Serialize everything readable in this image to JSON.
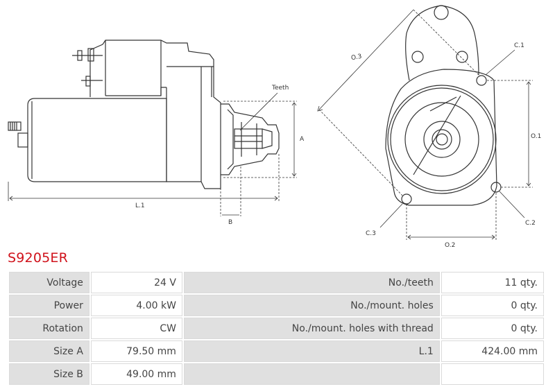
{
  "diagram": {
    "labels": {
      "teeth": "Teeth",
      "a": "A",
      "b": "B",
      "l1": "L.1",
      "o1": "O.1",
      "o2": "O.2",
      "o3": "O.3",
      "c1": "C.1",
      "c2": "C.2",
      "c3": "C.3"
    }
  },
  "product": {
    "code": "S9205ER"
  },
  "specs": [
    {
      "label": "Voltage",
      "value": "24 V",
      "label2": "No./teeth",
      "value2": "11 qty."
    },
    {
      "label": "Power",
      "value": "4.00 kW",
      "label2": "No./mount. holes",
      "value2": "0 qty."
    },
    {
      "label": "Rotation",
      "value": "CW",
      "label2": "No./mount. holes with thread",
      "value2": "0 qty."
    },
    {
      "label": "Size A",
      "value": "79.50 mm",
      "label2": "L.1",
      "value2": "424.00 mm"
    },
    {
      "label": "Size B",
      "value": "49.00 mm",
      "label2": "",
      "value2": ""
    }
  ],
  "colors": {
    "title": "#d0121b",
    "label_bg": "#e0e0e0",
    "line": "#333333"
  }
}
